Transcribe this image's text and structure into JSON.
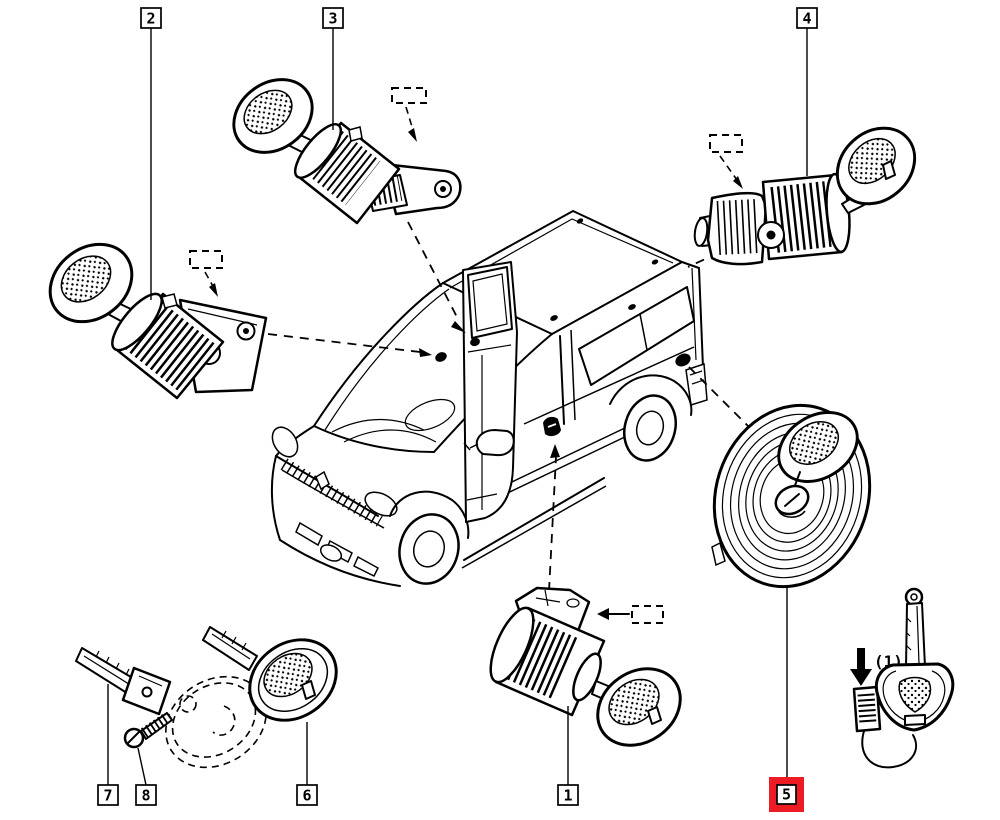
{
  "diagram": {
    "type": "exploded-parts-diagram",
    "background_color": "#ffffff",
    "line_color": "#000000",
    "highlight_color": "#ed1c24",
    "callouts": [
      {
        "label": "2",
        "highlighted": false
      },
      {
        "label": "3",
        "highlighted": false
      },
      {
        "label": "4",
        "highlighted": false
      },
      {
        "label": "7",
        "highlighted": false
      },
      {
        "label": "8",
        "highlighted": false
      },
      {
        "label": "6",
        "highlighted": false
      },
      {
        "label": "1",
        "highlighted": false
      },
      {
        "label": "5",
        "highlighted": true
      }
    ],
    "annotation": {
      "text": "(1)"
    }
  }
}
